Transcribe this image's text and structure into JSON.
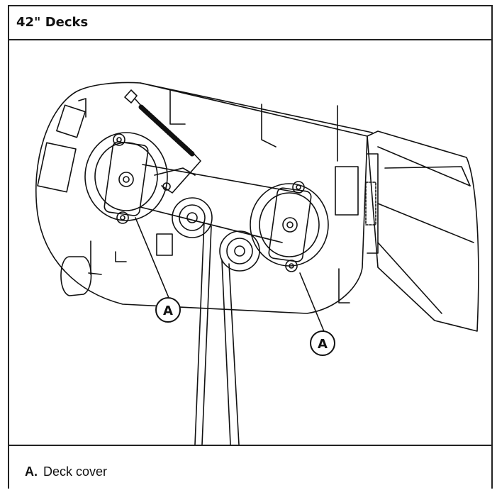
{
  "header": {
    "title": "42\" Decks"
  },
  "callouts": {
    "left": "A",
    "right": "A"
  },
  "legend": {
    "key": "A.",
    "text": "Deck cover"
  }
}
